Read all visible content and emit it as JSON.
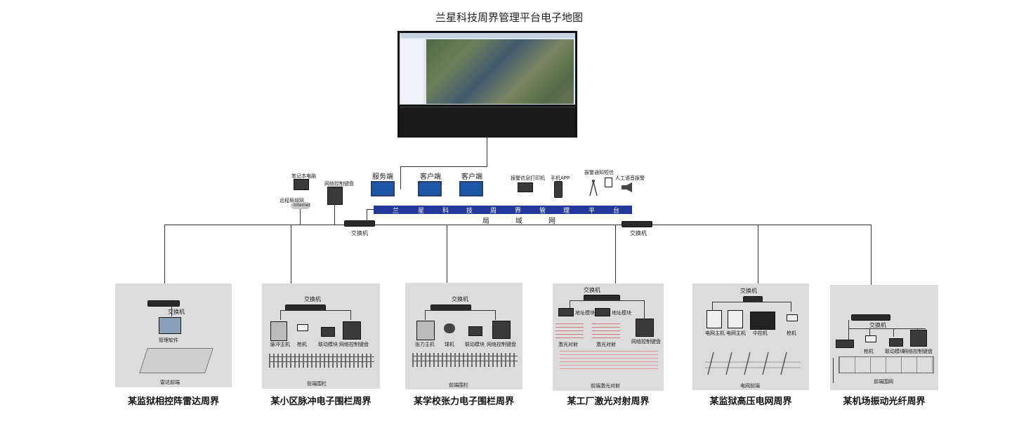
{
  "title": "兰星科技周界管理平台电子地图",
  "top": {
    "service_client": "服务端",
    "client1": "客户端",
    "client2": "客户端",
    "printer": "报警信息打印机",
    "phone": "手机APP",
    "alarm_notify": "报警通知短信",
    "voice_alarm": "人工语音报警",
    "laptop": "笔记本电脑",
    "remote_net": "远程局域网",
    "internet": "Internet",
    "keyboard": "网络控制键盘"
  },
  "platform_chars": [
    "兰",
    "星",
    "科",
    "技",
    "周",
    "界",
    "管",
    "理",
    "平",
    "台"
  ],
  "lan_chars": [
    "局",
    "域",
    "网"
  ],
  "switch_label": "交换机",
  "panels": [
    {
      "caption": "某监狱相控阵雷达周界",
      "switch": "交换机",
      "items": [
        "管理软件"
      ],
      "bottom": "雷达前端"
    },
    {
      "caption": "某小区脉冲电子围栏周界",
      "switch": "交换机",
      "items": [
        "脉冲主机",
        "枪机",
        "联动模块",
        "网络控制键盘"
      ],
      "bottom": "前端围栏"
    },
    {
      "caption": "某学校张力电子围栏周界",
      "switch": "交换机",
      "items": [
        "张力主机",
        "球机",
        "联动模块",
        "网络控制键盘"
      ],
      "bottom": "前端围栏"
    },
    {
      "caption": "某工厂激光对射周界",
      "switch": "交换机",
      "items": [
        "地址模块",
        "地址模块",
        "激光对射",
        "激光对射",
        "网络控制键盘"
      ],
      "bottom": "前端激光对射"
    },
    {
      "caption": "某监狱高压电网周界",
      "switch": "交换机",
      "items": [
        "电网主机",
        "电网主机",
        "中控机",
        "枪机"
      ],
      "bottom": "电网前端"
    },
    {
      "caption": "某机场振动光纤周界",
      "switch": "交换机",
      "items": [
        "枪机",
        "联动模块",
        "网络控制键盘"
      ],
      "bottom": "前端围网"
    }
  ],
  "colors": {
    "platform": "#24389a",
    "panel": "#dcdcdc",
    "screen": "#1d57a8"
  }
}
